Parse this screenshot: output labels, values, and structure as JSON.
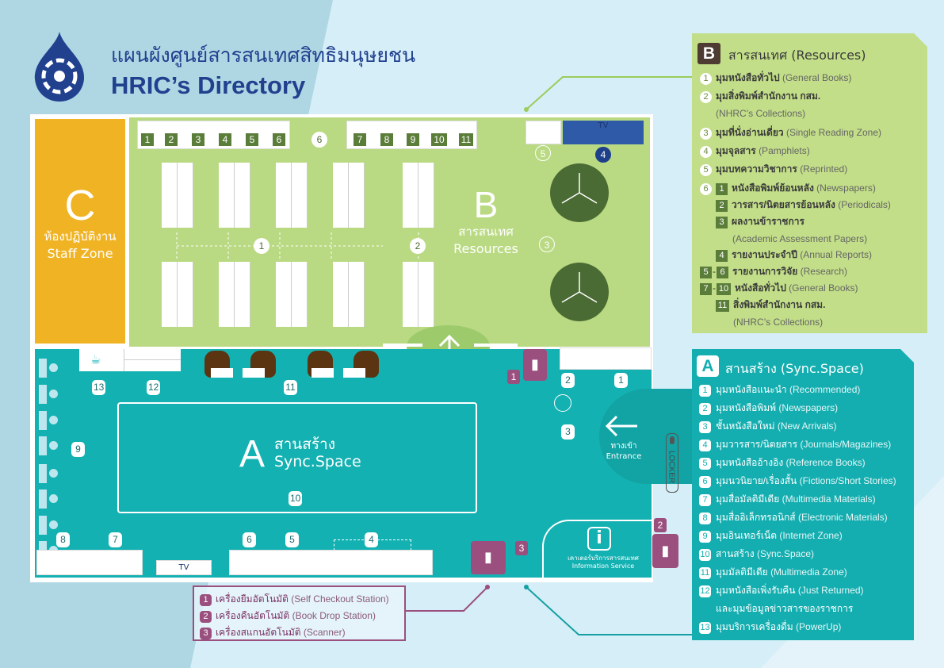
{
  "header": {
    "title_th": "แผนผังศูนย์สารสนเทศสิทธิมนุษยชน",
    "title_en": "HRIC’s Directory"
  },
  "colors": {
    "zone_a": "#14b1b2",
    "zone_b": "#b9da82",
    "zone_c": "#f0b323",
    "kiosk": "#9b4f7e",
    "title": "#21418f"
  },
  "zones": {
    "c": {
      "letter": "C",
      "th": "ห้องปฏิบัติงาน",
      "en": "Staff Zone"
    },
    "b": {
      "letter": "B",
      "th": "สารสนเทศ",
      "en": "Resources"
    },
    "a": {
      "letter": "A",
      "th": "สานสร้าง",
      "en": "Sync.Space"
    }
  },
  "map": {
    "b_shelves": [
      "1",
      "2",
      "3",
      "4",
      "5",
      "6",
      "7",
      "8",
      "9",
      "10",
      "11"
    ],
    "b_points": {
      "p1": "1",
      "p2": "2",
      "p3": "3",
      "p4": "4",
      "p5": "5",
      "p6": "6"
    },
    "tv": "TV",
    "a_points": {
      "p1": "1",
      "p2": "2",
      "p3": "3",
      "p4": "4",
      "p5": "5",
      "p6": "6",
      "p7": "7",
      "p8": "8",
      "p9": "9",
      "p10": "10",
      "p11": "11",
      "p12": "12",
      "p13": "13"
    },
    "kiosks": {
      "k1": "1",
      "k2": "2",
      "k3": "3"
    },
    "entrance_th": "ทางเข้า",
    "entrance_en": "Entrance",
    "locker": "LOCKER",
    "info_th": "เคาเตอร์บริการสารสนเทศ",
    "info_en": "Information Service"
  },
  "legend_b": {
    "letter": "B",
    "title": "สารสนเทศ (Resources)",
    "items": [
      {
        "n": "1",
        "th": "มุมหนังสือทั่วไป",
        "en": "(General Books)"
      },
      {
        "n": "2",
        "th": "มุมสิ่งพิมพ์สำนักงาน กสม.",
        "en": "(NHRC’s Collections)"
      },
      {
        "n": "3",
        "th": "มุมที่นั่งอ่านเดี่ยว",
        "en": "(Single Reading Zone)"
      },
      {
        "n": "4",
        "th": "มุมจุลสาร",
        "en": "(Pamphlets)"
      },
      {
        "n": "5",
        "th": "มุมบทความวิชาการ",
        "en": "(Reprinted)"
      },
      {
        "n": "6",
        "sub": "1",
        "th": "หนังสือพิมพ์ย้อนหลัง",
        "en": "(Newspapers)"
      },
      {
        "sub": "2",
        "th": "วารสาร/นิตยสารย้อนหลัง",
        "en": "(Periodicals)"
      },
      {
        "sub": "3",
        "th": "ผลงานข้าราชการ",
        "en": "(Academic Assessment Papers)"
      },
      {
        "sub": "4",
        "th": "รายงานประจำปี",
        "en": "(Annual Reports)"
      },
      {
        "from": "5",
        "to": "6",
        "th": "รายงานการวิจัย",
        "en": "(Research)"
      },
      {
        "from": "7",
        "to": "10",
        "th": "หนังสือทั่วไป",
        "en": "(General Books)"
      },
      {
        "sub": "11",
        "th": "สิ่งพิมพ์สำนักงาน กสม.",
        "en": "(NHRC’s Collections)"
      }
    ]
  },
  "legend_a": {
    "letter": "A",
    "title": "สานสร้าง (Sync.Space)",
    "items": [
      {
        "n": "1",
        "th": "มุมหนังสือแนะนำ",
        "en": "(Recommended)"
      },
      {
        "n": "2",
        "th": "มุมหนังสือพิมพ์",
        "en": "(Newspapers)"
      },
      {
        "n": "3",
        "th": "ชั้นหนังสือใหม่",
        "en": "(New Arrivals)"
      },
      {
        "n": "4",
        "th": "มุมวารสาร/นิตยสาร",
        "en": "(Journals/Magazines)"
      },
      {
        "n": "5",
        "th": "มุมหนังสืออ้างอิง",
        "en": "(Reference Books)"
      },
      {
        "n": "6",
        "th": "มุมนวนิยาย/เรื่องสั้น",
        "en": "(Fictions/Short Stories)"
      },
      {
        "n": "7",
        "th": "มุมสื่อมัลติมีเดีย",
        "en": "(Multimedia Materials)"
      },
      {
        "n": "8",
        "th": "มุมสื่ออิเล็กทรอนิกส์",
        "en": "(Electronic Materials)"
      },
      {
        "n": "9",
        "th": "มุมอินเทอร์เน็ต",
        "en": "(Internet Zone)"
      },
      {
        "n": "10",
        "th": "สานสร้าง",
        "en": "(Sync.Space)"
      },
      {
        "n": "11",
        "th": "มุมมัลติมีเดีย",
        "en": "(Multimedia Zone)"
      },
      {
        "n": "12",
        "th": "มุมหนังสือเพิ่งรับคืน",
        "en": "(Just Returned)",
        "th2": "และมุมข้อมูลข่าวสารของราชการ"
      },
      {
        "n": "13",
        "th": "มุมบริการเครื่องดื่ม",
        "en": "(PowerUp)"
      }
    ]
  },
  "legend_kiosk": {
    "items": [
      {
        "n": "1",
        "th": "เครื่องยืมอัตโนมัติ",
        "en": "(Self Checkout Station)"
      },
      {
        "n": "2",
        "th": "เครื่องคืนอัตโนมัติ",
        "en": "(Book Drop Station)"
      },
      {
        "n": "3",
        "th": "เครื่องสแกนอัตโนมัติ",
        "en": "(Scanner)"
      }
    ]
  }
}
